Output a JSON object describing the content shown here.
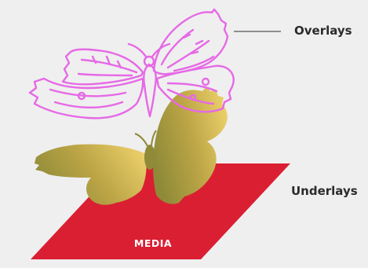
{
  "labels": {
    "overlays": "Overlays",
    "underlays": "Underlays",
    "media": "MEDIA"
  },
  "layers": [
    {
      "name": "Overlays",
      "style": "pink outline butterfly drawing"
    },
    {
      "name": "Underlays",
      "style": "gold solid butterfly silhouette"
    },
    {
      "name": "MEDIA",
      "style": "red parallelogram base"
    }
  ],
  "colors": {
    "background": "#efefef",
    "media": "#da1f33",
    "overlay_stroke": "#e669e6",
    "underlay_gold_light": "#ecd06a",
    "underlay_gold_dark": "#8e8a38",
    "leader_line": "#555555",
    "label_text": "#2b2b2b",
    "media_text": "#ffffff"
  }
}
